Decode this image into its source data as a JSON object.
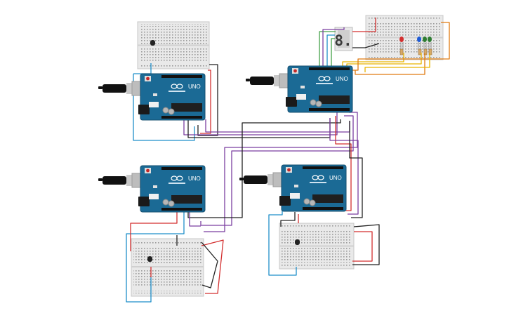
{
  "boards": [
    {
      "id": "arduino-1",
      "label": "UNO"
    },
    {
      "id": "arduino-2",
      "label": "UNO"
    },
    {
      "id": "arduino-3",
      "label": "UNO"
    },
    {
      "id": "arduino-4",
      "label": "UNO"
    }
  ],
  "display": {
    "digit": "8."
  },
  "led_colors": [
    "#d32f2f",
    "#1e5bd6",
    "#2e7d32",
    "#2e7d32"
  ],
  "colors": {
    "board": "#1b6a95",
    "board_dark": "#134d6e",
    "breadboard": "#e9e9e9",
    "wire_red": "#d32f2f",
    "wire_black": "#222222",
    "wire_blue": "#1f8fc9",
    "wire_purple": "#7b3fa0",
    "wire_yellow": "#e8b400",
    "wire_orange": "#e07a10",
    "wire_green": "#43a047"
  }
}
